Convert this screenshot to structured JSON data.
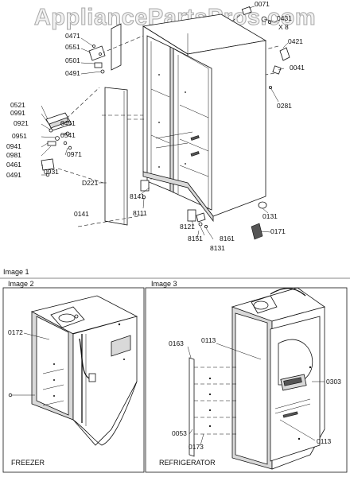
{
  "watermark": "AppliancePartsPros.com",
  "main_diagram": {
    "callouts": {
      "c0071": "0071",
      "c0431": "0431",
      "x8": "X 8",
      "c0421": "0421",
      "c0041": "0041",
      "c0281": "0281",
      "c0471": "0471",
      "c0551": "0551",
      "c0501": "0501",
      "c0491a": "0491",
      "c0521": "0521",
      "c0991": "0991",
      "c0921": "0921",
      "c0451": "0451",
      "c0541": "0541",
      "c0951": "0951",
      "c0941": "0941",
      "c0981": "0981",
      "c0971": "0971",
      "c0461": "0461",
      "c0931": "0931",
      "c0491b": "0491",
      "d221": "D221",
      "c8141": "8141",
      "c0141": "0141",
      "c8111": "8111",
      "c0131": "0131",
      "c8121": "8121",
      "c0171": "0171",
      "c8151": "8151",
      "c8161": "8161",
      "c8131": "8131"
    }
  },
  "captions": {
    "image1": "Image 1",
    "image2": "Image 2",
    "image3": "Image 3",
    "freezer": "FREEZER",
    "refrigerator": "REFRIGERATOR"
  },
  "image2": {
    "callouts": {
      "c0172": "0172"
    }
  },
  "image3": {
    "callouts": {
      "c0163": "0163",
      "c0113a": "0113",
      "c0303": "0303",
      "c0053": "0053",
      "c0173": "0173",
      "c0113b": "0113"
    }
  }
}
